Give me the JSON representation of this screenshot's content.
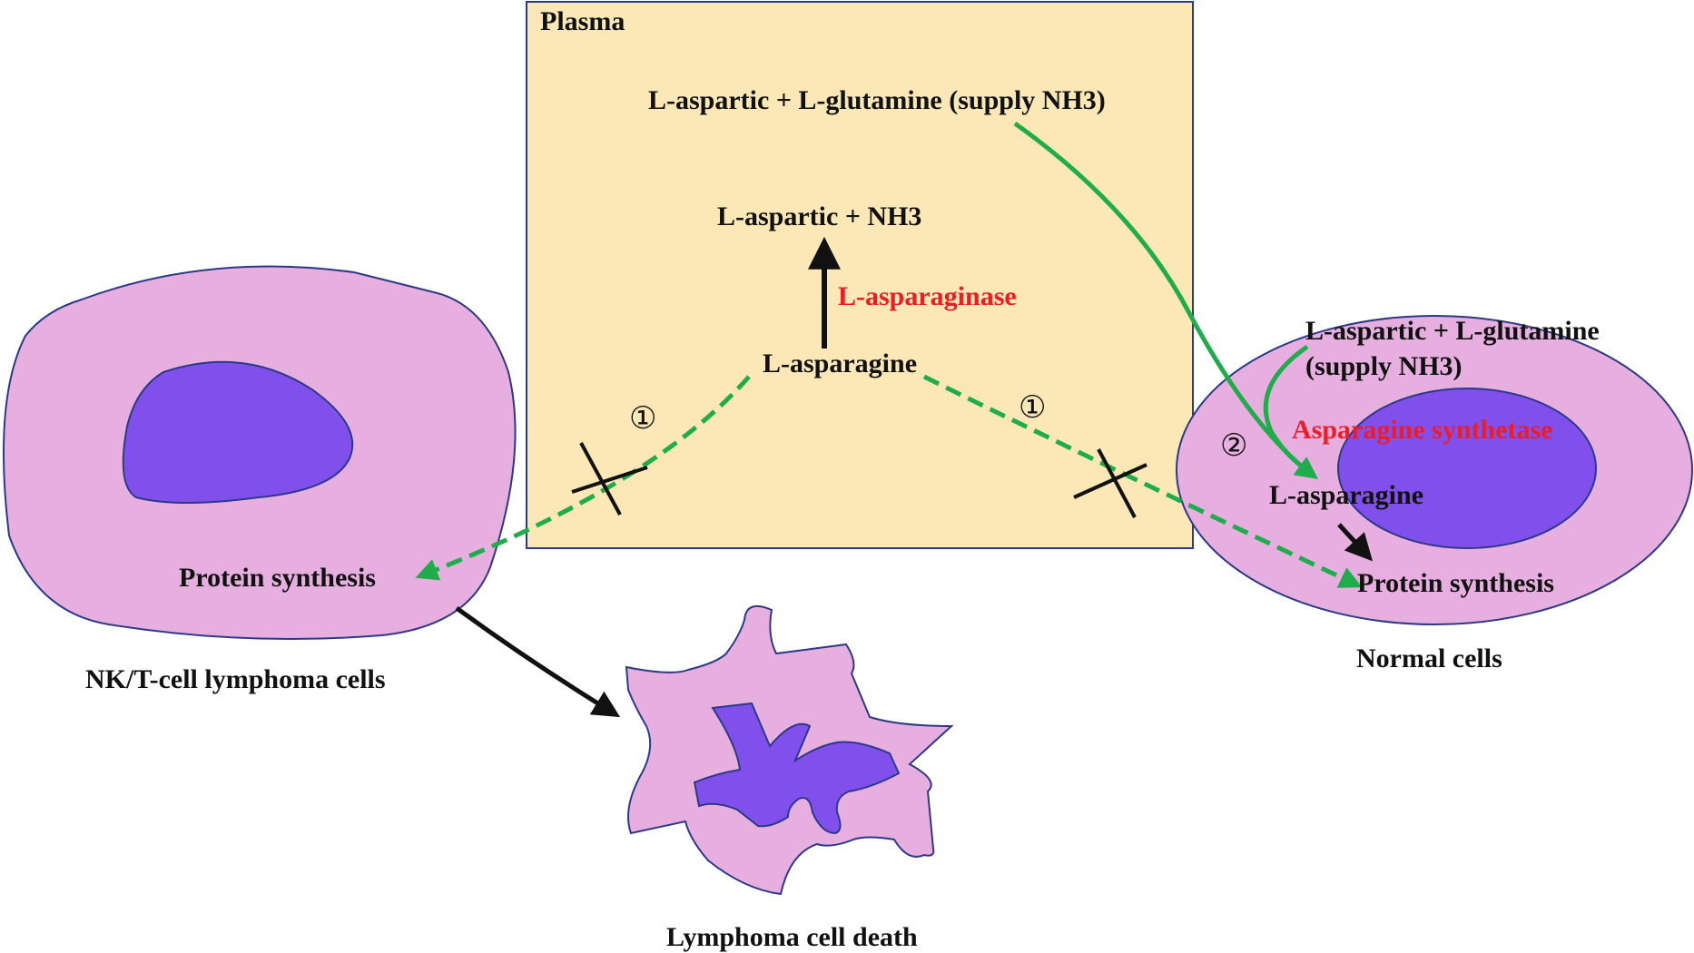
{
  "plasma": {
    "title": "Plasma",
    "supply": "L-aspartic + L-glutamine (supply NH3)",
    "product": "L-aspartic + NH3",
    "enzyme": "L-asparaginase",
    "substrate": "L-asparagine",
    "marker_left": "①",
    "marker_right": "①"
  },
  "lymphoma": {
    "protein": "Protein synthesis",
    "caption": "NK/T-cell lymphoma cells",
    "death_caption": "Lymphoma cell death"
  },
  "normal": {
    "supply_line1": "L-aspartic + L-glutamine",
    "supply_line2": "(supply NH3)",
    "marker": "②",
    "enzyme": "Asparagine synthetase",
    "product": "L-asparagine",
    "protein": "Protein synthesis",
    "caption": "Normal cells"
  },
  "colors": {
    "plasma_fill": "#fbe8b6",
    "cell_fill": "#e6afe0",
    "nucleus_fill": "#8150ec",
    "outline": "#2b3a86",
    "green": "#1fad4b",
    "red": "#ee1c25"
  }
}
